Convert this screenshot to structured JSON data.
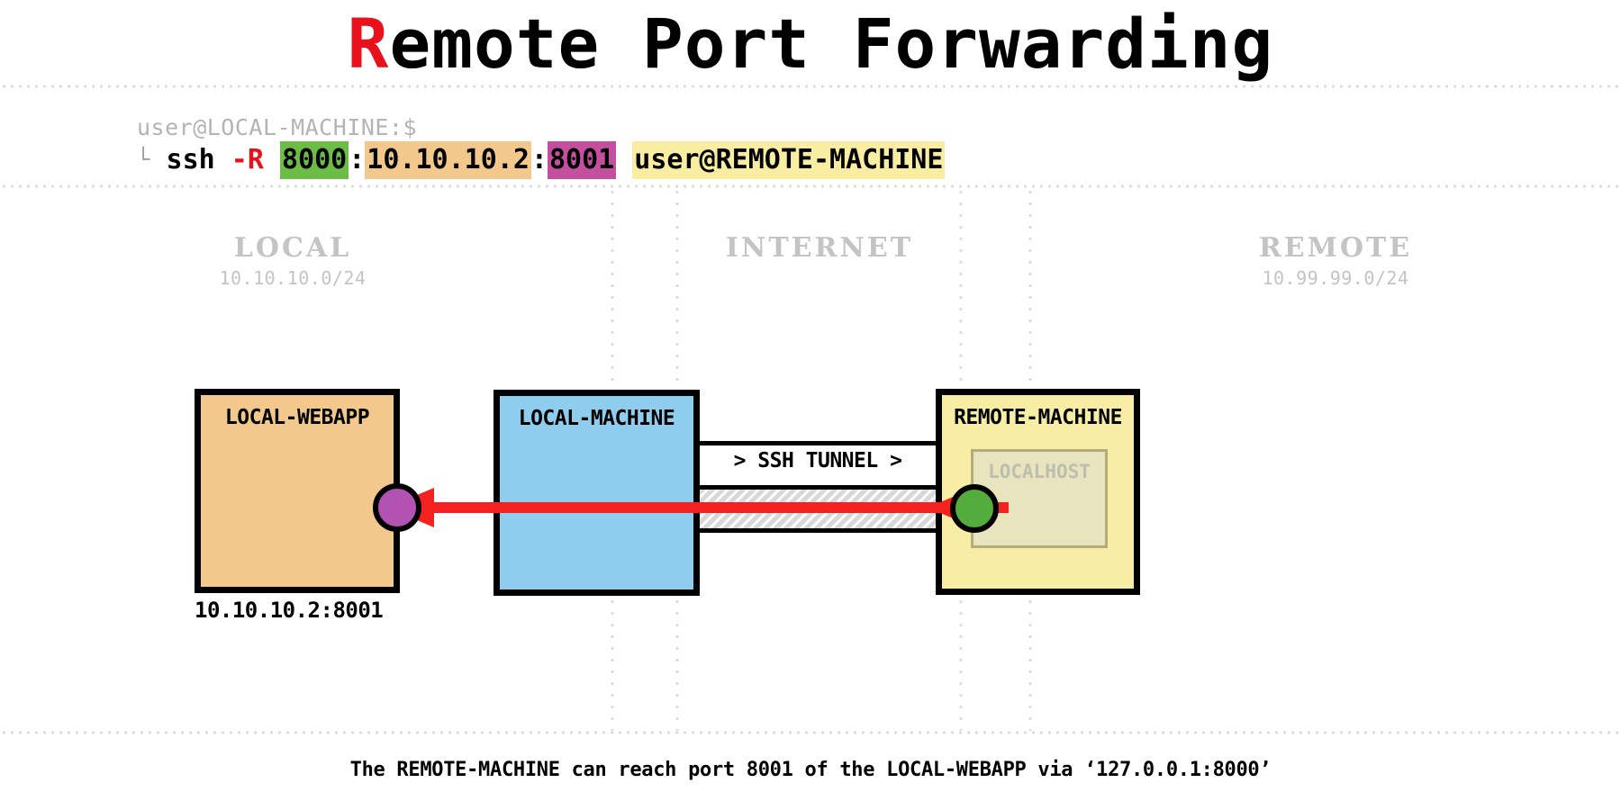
{
  "title": {
    "lead": "R",
    "rest": "emote Port Forwarding",
    "lead_color": "#e8111c"
  },
  "terminal": {
    "prompt": "user@LOCAL-MACHINE:$",
    "corner_glyph": "└",
    "command_name": "ssh",
    "flag": "-R",
    "bind_port": "8000",
    "colon_1": ":",
    "target_host": "10.10.10.2",
    "colon_2": ":",
    "target_port": "8001",
    "destination": "user@REMOTE-MACHINE",
    "highlight_colors": {
      "bind_port": "#6cbd45",
      "target_host": "#f3c88d",
      "target_port": "#c44f9e",
      "destination": "#f9eda2",
      "flag": "#e8111c"
    }
  },
  "zones": [
    {
      "name": "LOCAL",
      "subnet": "10.10.10.0/24"
    },
    {
      "name": "INTERNET",
      "subnet": ""
    },
    {
      "name": "REMOTE",
      "subnet": "10.99.99.0/24"
    }
  ],
  "nodes": {
    "webapp": {
      "label": "LOCAL-WEBAPP",
      "address": "10.10.10.2:8001",
      "color": "#f3c88d"
    },
    "local_machine": {
      "label": "LOCAL-MACHINE",
      "color": "#8fcdee"
    },
    "remote_machine": {
      "label": "REMOTE-MACHINE",
      "color": "#f8eda4",
      "inner_label": "LOCALHOST",
      "inner_color": "#e8e4bd"
    }
  },
  "tunnel": {
    "label": "> SSH TUNNEL >",
    "fill": "#d8d8d8"
  },
  "arrow": {
    "color": "#f42121",
    "direction": "right-to-left"
  },
  "endpoints": {
    "webapp_port_color": "#b253b4",
    "remote_port_color": "#52ad3c"
  },
  "caption": "The REMOTE-MACHINE can reach port 8001 of the LOCAL-WEBAPP via ‘127.0.0.1:8000’"
}
